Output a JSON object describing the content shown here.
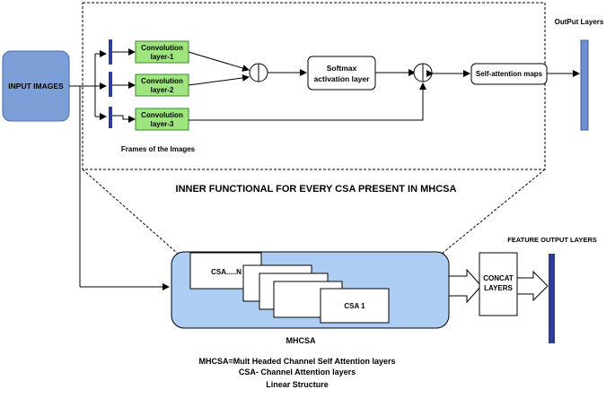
{
  "nodes": {
    "input_images": "INPUT IMAGES",
    "conv1": [
      "Convolution",
      "layer-1"
    ],
    "conv2": [
      "Convolution",
      "layer-2"
    ],
    "conv3": [
      "Convolution",
      "layer-3"
    ],
    "frames_caption": "Frames of the Images",
    "softmax": [
      "Softmax",
      "activation layer"
    ],
    "self_attention": "Self-attention maps",
    "output_layers": "OutPut Layers",
    "inner_title": "INNER FUNCTIONAL FOR EVERY CSA PRESENT IN MHCSA",
    "csa_n": "CSA.....N",
    "csa_1": "CSA 1",
    "mhcsa": "MHCSA",
    "concat": [
      "CONCAT",
      "LAYERS"
    ],
    "feature_output": "FEATURE OUTPUT LAYERS"
  },
  "legend": {
    "line1": "MHCSA=Mult Headed Channel Self Attention layers",
    "line2": "CSA- Channel Attention layers",
    "line3": "Linear Structure"
  },
  "colors": {
    "input_fill": "#7d9fd8",
    "conv_fill": "#9ee57f",
    "mhcsa_fill": "#aecdf3",
    "bar_fill": "#2e3b9c",
    "output_bar_fill": "#6f8fd0"
  }
}
